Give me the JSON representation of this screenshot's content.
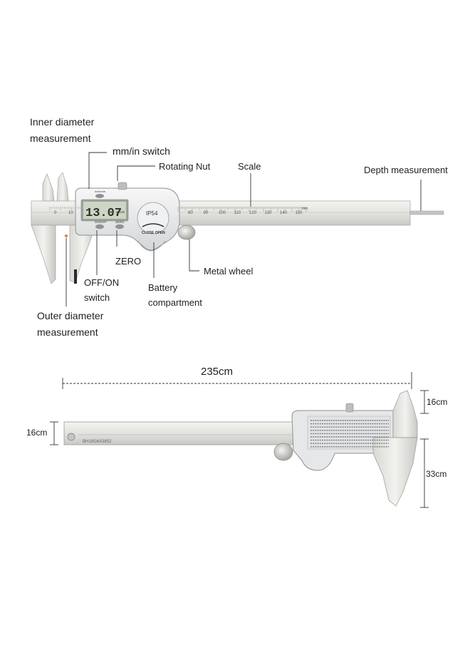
{
  "labels": {
    "inner_diameter_line1": "Inner diameter",
    "inner_diameter_line2": "measurement",
    "mm_in_switch": "mm/in switch",
    "rotating_nut": "Rotating Nut",
    "scale": "Scale",
    "depth_measurement": "Depth measurement",
    "zero": "ZERO",
    "off_on_line1": "OFF/ON",
    "off_on_line2": "switch",
    "metal_wheel": "Metal wheel",
    "battery_line1": "Battery",
    "battery_line2": "compartment",
    "outer_diameter_line1": "Outer diameter",
    "outer_diameter_line2": "measurement"
  },
  "device_text": {
    "display_value": "13.07",
    "display_unit": "mm/in",
    "button_onoff": "ON/OFF",
    "button_zero": "ZERO",
    "button_inch": "inch/mm",
    "ip_rating": "IP54",
    "close_open": "CLOSE  OPEN",
    "scale_unit": "mm",
    "scale_numbers": [
      "0",
      "10",
      "80",
      "90",
      "100",
      "110",
      "120",
      "130",
      "140",
      "150"
    ],
    "serial": "BH18G6A3852"
  },
  "dimensions": {
    "length": "235cm",
    "beam_height": "16cm",
    "upper_jaw": "16cm",
    "lower_jaw": "33cm"
  },
  "colors": {
    "metal_light": "#e9e9e6",
    "metal_mid": "#cfcfcb",
    "metal_dark": "#9a9a96",
    "lcd": "#cdd6c4",
    "leader": "#333333",
    "orange_dot": "#e8833a"
  }
}
